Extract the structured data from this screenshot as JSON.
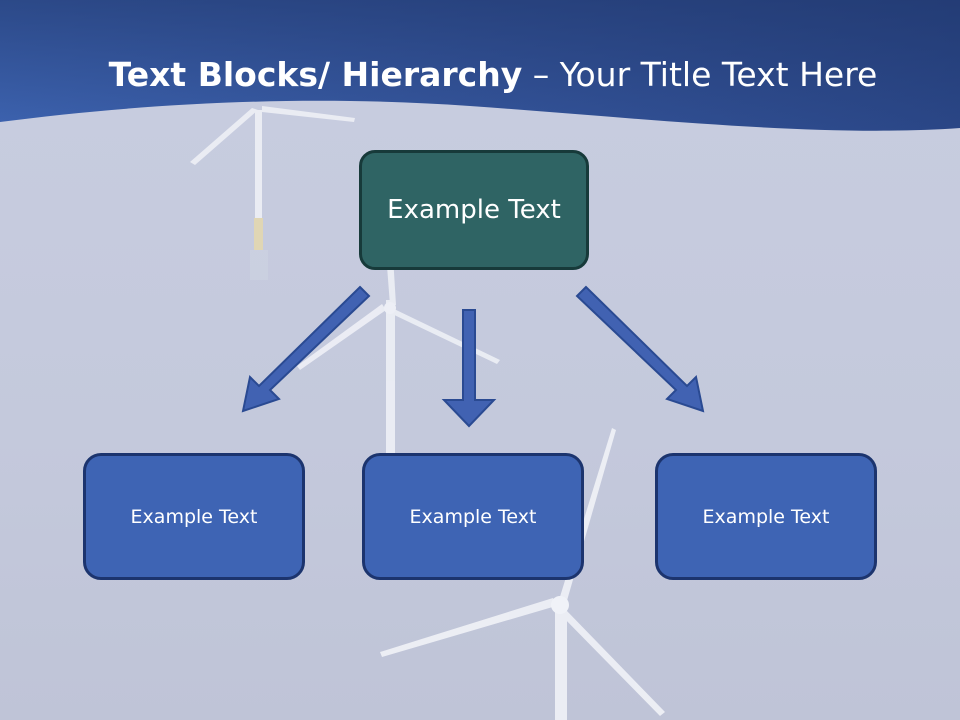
{
  "slide": {
    "title_bold": "Text Blocks/ Hierarchy",
    "title_rest": " – Your Title Text Here"
  },
  "diagram": {
    "top_box": {
      "label": "Example Text"
    },
    "child_boxes": [
      {
        "label": "Example Text"
      },
      {
        "label": "Example Text"
      },
      {
        "label": "Example Text"
      }
    ]
  },
  "colors": {
    "title_bar": "#3a5ea8",
    "top_box_fill": "#2f6464",
    "child_box_fill": "#3e64b4",
    "arrow_fill": "#4060b0",
    "background": "#c5cadc"
  },
  "icons": {
    "background": "wind-turbines-photo"
  }
}
